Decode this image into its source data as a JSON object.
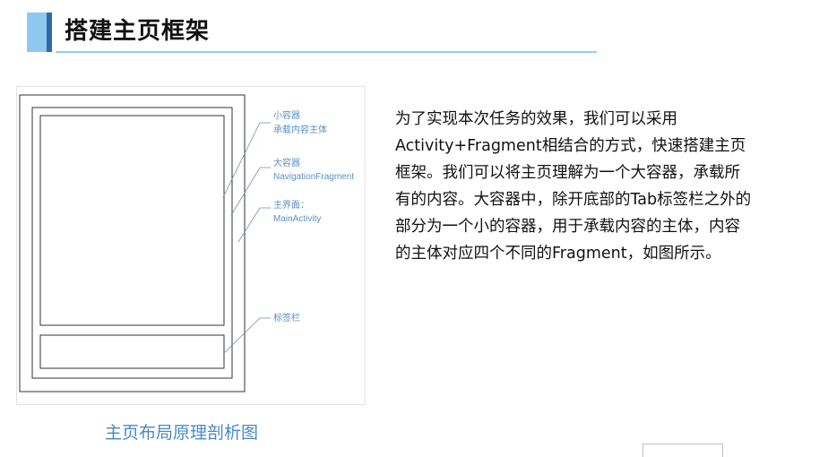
{
  "title": "搭建主页框架",
  "diagram": {
    "labels": {
      "small_container": [
        "小容器",
        "承载内容主体"
      ],
      "large_container": [
        "大容器",
        "NavigationFragment"
      ],
      "main_interface": [
        "主界面：",
        "MainActivity"
      ],
      "tab_bar": [
        "标签栏"
      ]
    },
    "caption": "主页布局原理剖析图"
  },
  "description_lines": [
    "为了实现本次任务的效果，我们可以采用",
    "Activity+Fragment相结合的方式，快速搭建主页",
    "框架。我们可以将主页理解为一个大容器，承载所",
    "有的内容。大容器中，除开底部的Tab标签栏之外的",
    "部分为一个小的容器，用于承载内容的主体，内容",
    "的主体对应四个不同的Fragment，如图所示。"
  ],
  "colors": {
    "accent_light": "#8fc8ee",
    "accent_dark": "#2f6aa6",
    "caption": "#4a88c5",
    "label": "#5a8fc4"
  }
}
